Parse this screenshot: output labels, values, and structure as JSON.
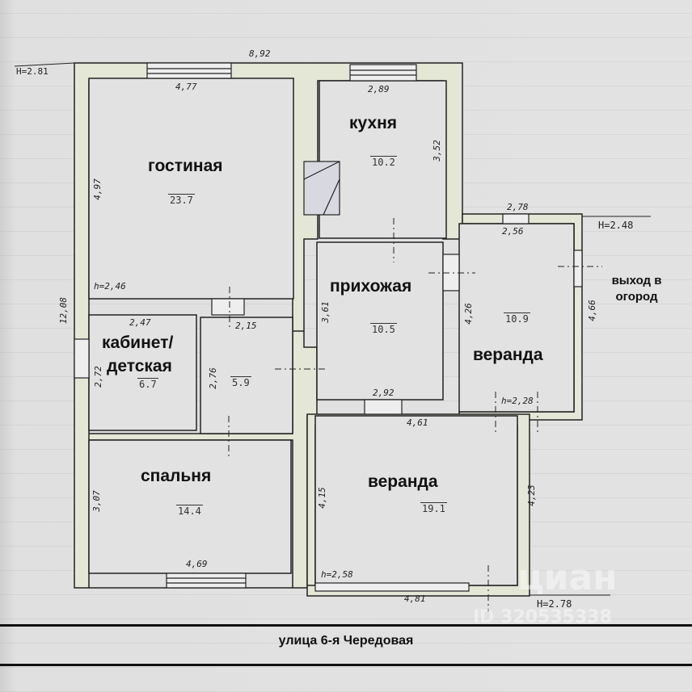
{
  "rooms": [
    {
      "name": "гостиная",
      "area": "23.7"
    },
    {
      "name": "кухня",
      "area": "10.2"
    },
    {
      "name": "прихожая",
      "area": "10.5"
    },
    {
      "name": "веранда",
      "area": "10.9"
    },
    {
      "name": "кабинет/",
      "name2": "детская",
      "area": "6.7"
    },
    {
      "name": "",
      "area": "5.9"
    },
    {
      "name": "спальня",
      "area": "14.4"
    },
    {
      "name": "веранда",
      "area": "19.1"
    }
  ],
  "dimensions": {
    "total_width": "8,92",
    "total_length": "12,08",
    "living_w": "4,77",
    "living_h": "4,97",
    "living_ceiling": "h=2,46",
    "kitchen_w": "2,89",
    "kitchen_h": "3,52",
    "hall_h": "3,61",
    "hall_w": "2,92",
    "veranda1_outer_w": "2,78",
    "veranda1_w": "2,56",
    "veranda1_h": "4,26",
    "veranda1_outer_h": "4,66",
    "veranda1_ceiling": "h=2,28",
    "study_w": "2,47",
    "study_h": "2,72",
    "small_w": "2,15",
    "small_h": "2,76",
    "bedroom_h": "3,07",
    "bedroom_w": "4,69",
    "veranda2_top": "4,61",
    "veranda2_h": "4,15",
    "veranda2_right": "4,23",
    "veranda2_bottom": "4,81",
    "veranda2_ceiling": "h=2,58"
  },
  "heights": {
    "main": "H=2.81",
    "veranda1": "H=2.48",
    "veranda2": "H=2.78"
  },
  "exit_note": {
    "line1": "выход в",
    "line2": "огород"
  },
  "street": "улица 6-я Чередовая",
  "watermark": {
    "brand": "циан",
    "id": "ID 320535338"
  }
}
